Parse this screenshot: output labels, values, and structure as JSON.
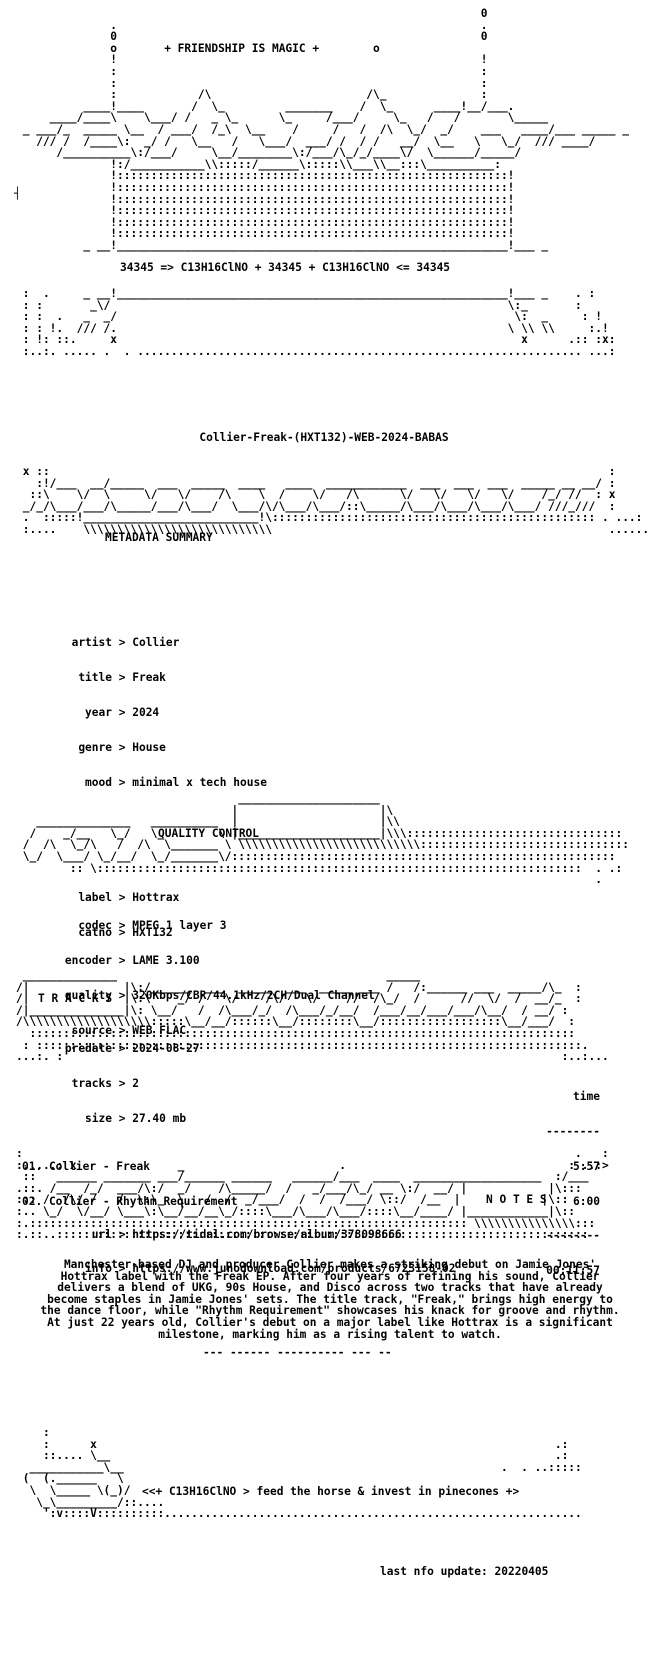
{
  "header": {
    "slogan": "+ FRIENDSHIP IS MAGIC +",
    "equation": "34345 => C13H16ClNO + 34345 + C13H16ClNO <= 34345"
  },
  "release_name": "Collier-Freak-(HXT132)-WEB-2024-BABAS",
  "metadata": {
    "section_title": "METADATA SUMMARY",
    "groups": [
      [
        {
          "label": "artist",
          "value": "Collier"
        },
        {
          "label": "title",
          "value": "Freak"
        },
        {
          "label": "year",
          "value": "2024"
        },
        {
          "label": "genre",
          "value": "House"
        },
        {
          "label": "mood",
          "value": "minimal x tech house"
        }
      ],
      [
        {
          "label": "label",
          "value": "Hottrax"
        },
        {
          "label": "catno",
          "value": "HXT132"
        }
      ],
      [
        {
          "label": "predate",
          "value": "2024-08-27"
        },
        {
          "label": "tracks",
          "value": "2"
        },
        {
          "label": "size",
          "value": "27.40 mb"
        }
      ],
      [
        {
          "label": "url",
          "value": "https://tidal.com/browse/album/378098666"
        },
        {
          "label": "info",
          "value": "https://www.junodownload.com/products/6723158-02"
        }
      ]
    ]
  },
  "quality": {
    "section_title": "QUALITY CONTROL",
    "items": [
      {
        "label": "codec",
        "value": "MPEG 1 layer 3"
      },
      {
        "label": "encoder",
        "value": "LAME 3.100"
      },
      {
        "label": "quality",
        "value": "320Kbps/CBR/44.1kHz/2CH/Dual Channel"
      },
      {
        "label": "source",
        "value": "WEB FLAC"
      }
    ]
  },
  "tracks": {
    "section_title": "T R A C K S",
    "time_header": "time",
    "rule": "--------",
    "items": [
      {
        "name": "01. Collier - Freak",
        "time": "5:57"
      },
      {
        "name": "02. Collier - Rhythm Requirement",
        "time": "6:00"
      }
    ],
    "total": "00:11:57"
  },
  "notes": {
    "section_title": "N O T E S",
    "text": "Manchester-based DJ and producer Collier makes a striking debut on Jamie Jones' Hottrax label with the Freak EP. After four years of refining his sound, Collier delivers a blend of UKG, 90s House, and Disco across two tracks that have already become staples in Jamie Jones' sets. The title track, \"Freak,\" brings high energy to the dance floor, while \"Rhythm Requirement\" showcases his knack for groove and rhythm. At just 22 years old, Collier's debut on a major label like Hottrax is a significant milestone, marking him as a rising talent to watch.",
    "divider": "--- ------ ---------- --- --"
  },
  "footer": {
    "motto": "<<+ C13H16ClNO > feed the horse & invest in pinecones +>",
    "last_update": "last nfo update: 20220405"
  }
}
